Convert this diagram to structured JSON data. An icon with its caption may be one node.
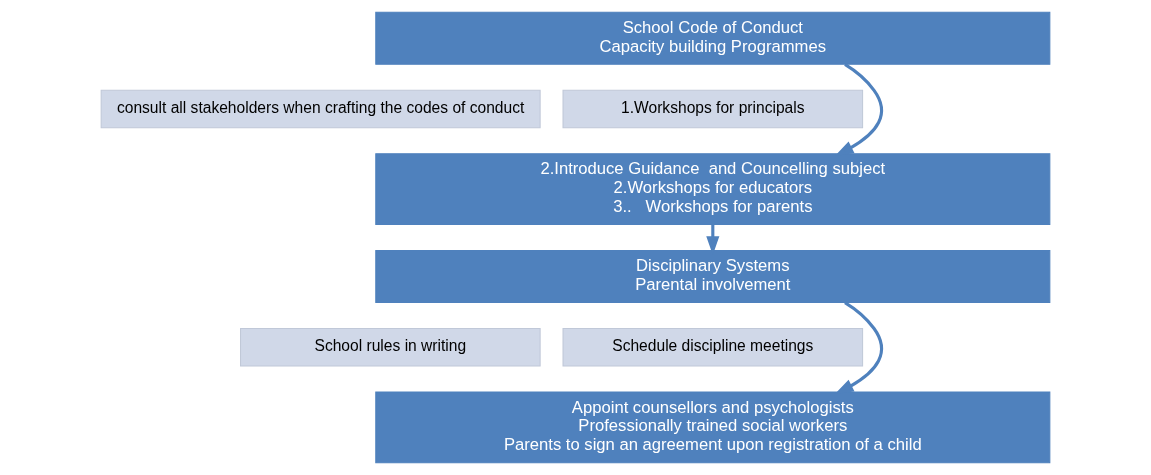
{
  "diagram": {
    "nodes": [
      {
        "text": [
          "School Code of Conduct",
          "Capacity building Programmes"
        ]
      },
      {
        "text": [
          "consult all stakeholders when crafting the codes of conduct"
        ]
      },
      {
        "text": [
          "1.Workshops for principals"
        ]
      },
      {
        "text": [
          "2.Introduce Guidance  and Councelling subject",
          "2.Workshops for educators",
          "3..   Workshops for parents"
        ]
      },
      {
        "text": [
          "Disciplinary Systems",
          "Parental involvement"
        ]
      },
      {
        "text": [
          "School rules in writing"
        ]
      },
      {
        "text": [
          "Schedule discipline meetings"
        ]
      },
      {
        "text": [
          "Appoint counsellors and psychologists",
          "Professionally trained social workers",
          "Parents to sign an agreement upon registration of a child"
        ]
      }
    ],
    "edges": [
      {
        "from": 0,
        "to": 3,
        "arrow": "to"
      },
      {
        "from": 3,
        "to": 4,
        "arrow": "to"
      },
      {
        "from": 4,
        "to": 7,
        "arrow": "to"
      }
    ]
  }
}
